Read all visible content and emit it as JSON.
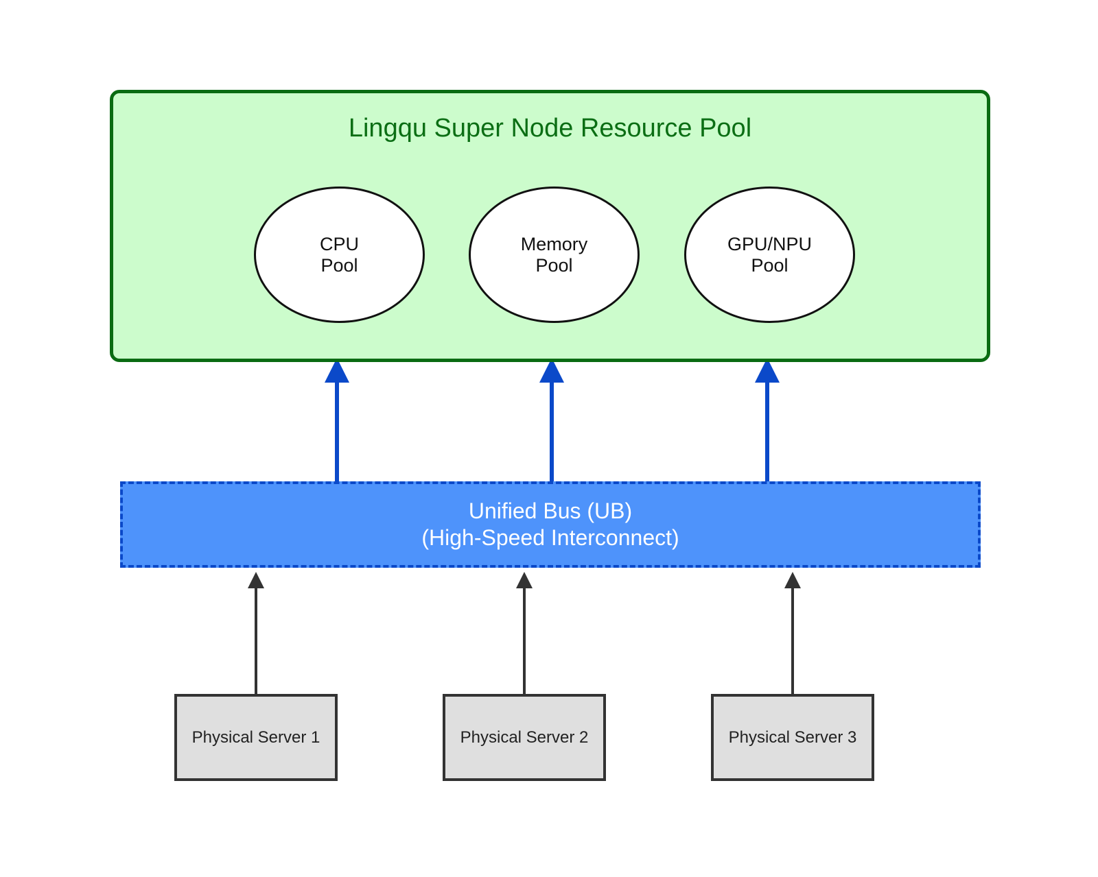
{
  "resource_pool": {
    "title": "Lingqu Super Node Resource Pool",
    "pools": [
      {
        "line1": "CPU",
        "line2": "Pool"
      },
      {
        "line1": "Memory",
        "line2": "Pool"
      },
      {
        "line1": "GPU/NPU",
        "line2": "Pool"
      }
    ]
  },
  "bus": {
    "line1": "Unified Bus (UB)",
    "line2": "(High-Speed Interconnect)"
  },
  "servers": [
    {
      "label": "Physical Server 1"
    },
    {
      "label": "Physical Server 2"
    },
    {
      "label": "Physical Server 3"
    }
  ],
  "colors": {
    "pool_fill": "#ccfccc",
    "pool_border": "#0a6b12",
    "bus_fill": "#4e93fb",
    "bus_border": "#0b49c9",
    "bus_arrow": "#0b49c9",
    "server_fill": "#dfdfdf",
    "server_arrow": "#333333"
  }
}
